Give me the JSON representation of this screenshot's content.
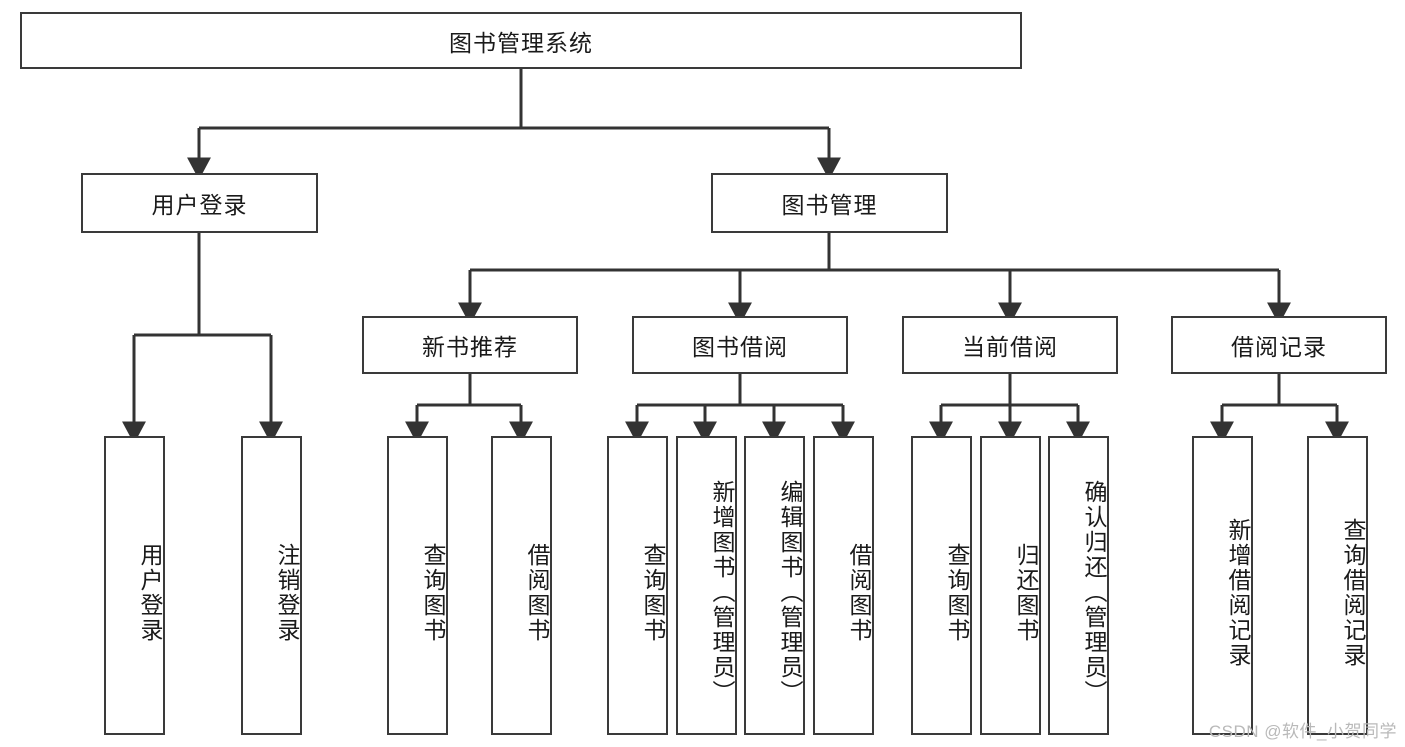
{
  "diagram": {
    "type": "hierarchy-tree",
    "title": "图书管理系统",
    "root": {
      "label": "图书管理系统"
    },
    "level2": [
      {
        "id": "user-login",
        "label": "用户登录"
      },
      {
        "id": "book-management",
        "label": "图书管理"
      }
    ],
    "level3": [
      {
        "id": "new-book-recommend",
        "label": "新书推荐",
        "parent": "book-management"
      },
      {
        "id": "book-borrow",
        "label": "图书借阅",
        "parent": "book-management"
      },
      {
        "id": "current-borrow",
        "label": "当前借阅",
        "parent": "book-management"
      },
      {
        "id": "borrow-record",
        "label": "借阅记录",
        "parent": "book-management"
      }
    ],
    "leaves": [
      {
        "id": "leaf-user-login",
        "label": "用户登录",
        "parent": "user-login"
      },
      {
        "id": "leaf-logout-login",
        "label": "注销登录",
        "parent": "user-login"
      },
      {
        "id": "leaf-query-book-1",
        "label": "查询图书",
        "parent": "new-book-recommend"
      },
      {
        "id": "leaf-borrow-book-1",
        "label": "借阅图书",
        "parent": "new-book-recommend"
      },
      {
        "id": "leaf-query-book-2",
        "label": "查询图书",
        "parent": "book-borrow"
      },
      {
        "id": "leaf-add-book",
        "label": "新增图书（管理员）",
        "parent": "book-borrow"
      },
      {
        "id": "leaf-edit-book",
        "label": "编辑图书（管理员）",
        "parent": "book-borrow"
      },
      {
        "id": "leaf-borrow-book-2",
        "label": "借阅图书",
        "parent": "book-borrow"
      },
      {
        "id": "leaf-query-book-3",
        "label": "查询图书",
        "parent": "current-borrow"
      },
      {
        "id": "leaf-return-book",
        "label": "归还图书",
        "parent": "current-borrow"
      },
      {
        "id": "leaf-confirm-return",
        "label": "确认归还（管理员）",
        "parent": "current-borrow"
      },
      {
        "id": "leaf-add-record",
        "label": "新增借阅记录",
        "parent": "borrow-record"
      },
      {
        "id": "leaf-query-record",
        "label": "查询借阅记录",
        "parent": "borrow-record"
      }
    ]
  },
  "watermark": {
    "text": "CSDN @软件_小贺同学"
  },
  "colors": {
    "box_border": "#3a3a3a",
    "box_fill": "#ffffff",
    "connector": "#333333",
    "text": "#1a1a1a",
    "watermark": "#b9b9b9",
    "background": "#ffffff"
  }
}
